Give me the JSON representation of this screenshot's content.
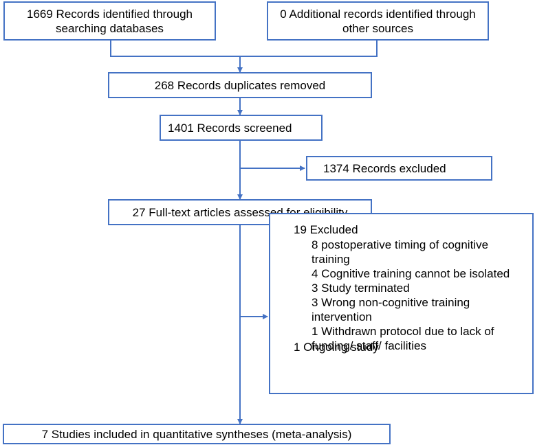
{
  "colors": {
    "line": "#4472c4",
    "text": "#000000",
    "background": "#ffffff"
  },
  "boxes": {
    "identified_db": [
      "1669 Records identified through",
      "searching databases"
    ],
    "identified_other": [
      "0 Additional records identified through",
      "other sources"
    ],
    "duplicates_removed": "268 Records duplicates removed",
    "screened": "1401 Records screened",
    "excluded_records": "1374 Records excluded",
    "full_text": "27 Full-text articles assessed for eligibility",
    "excluded_full": {
      "title": "19 Excluded",
      "reasons": [
        "8 postoperative timing of cognitive training",
        "4 Cognitive training cannot be isolated",
        "3 Study terminated",
        "3 Wrong non-cognitive training intervention",
        "1 Withdrawn protocol due to lack of funding/ staff/ facilities"
      ],
      "ongoing": "1 Ongoing study"
    },
    "included": "7 Studies included in quantitative syntheses (meta-analysis)"
  }
}
